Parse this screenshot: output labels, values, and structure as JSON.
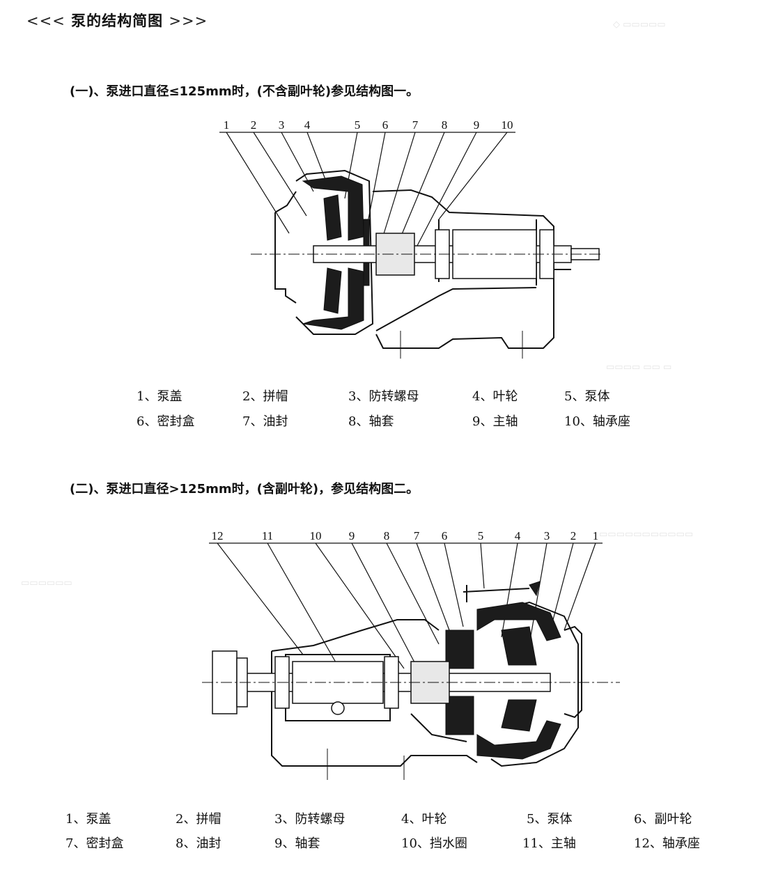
{
  "title": {
    "prefix": "<<<",
    "text": "泵的结构简图",
    "suffix": ">>>"
  },
  "sections": [
    {
      "heading": "(一)、泵进口直径≤125mm时，(不含副叶轮)参见结构图一。",
      "callouts": [
        "1",
        "2",
        "3",
        "4",
        "5",
        "6",
        "7",
        "8",
        "9",
        "10"
      ],
      "legend": [
        "1、泵盖",
        "2、拼帽",
        "3、防转螺母",
        "4、叶轮",
        "5、泵体",
        "6、密封盒",
        "7、油封",
        "8、轴套",
        "9、主轴",
        "10、轴承座"
      ]
    },
    {
      "heading": "(二)、泵进口直径>125mm时，(含副叶轮)，参见结构图二。",
      "callouts": [
        "12",
        "11",
        "10",
        "9",
        "8",
        "7",
        "6",
        "5",
        "4",
        "3",
        "2",
        "1"
      ],
      "legend": [
        "1、泵盖",
        "2、拼帽",
        "3、防转螺母",
        "4、叶轮",
        "5、泵体",
        "6、副叶轮",
        "7、密封盒",
        "8、油封",
        "9、轴套",
        "10、挡水圈",
        "11、主轴",
        "12、轴承座"
      ]
    }
  ],
  "colors": {
    "ink": "#111111",
    "rubber": "#1c1c1c",
    "paper": "#ffffff",
    "bleed": "#e4e4e4"
  }
}
